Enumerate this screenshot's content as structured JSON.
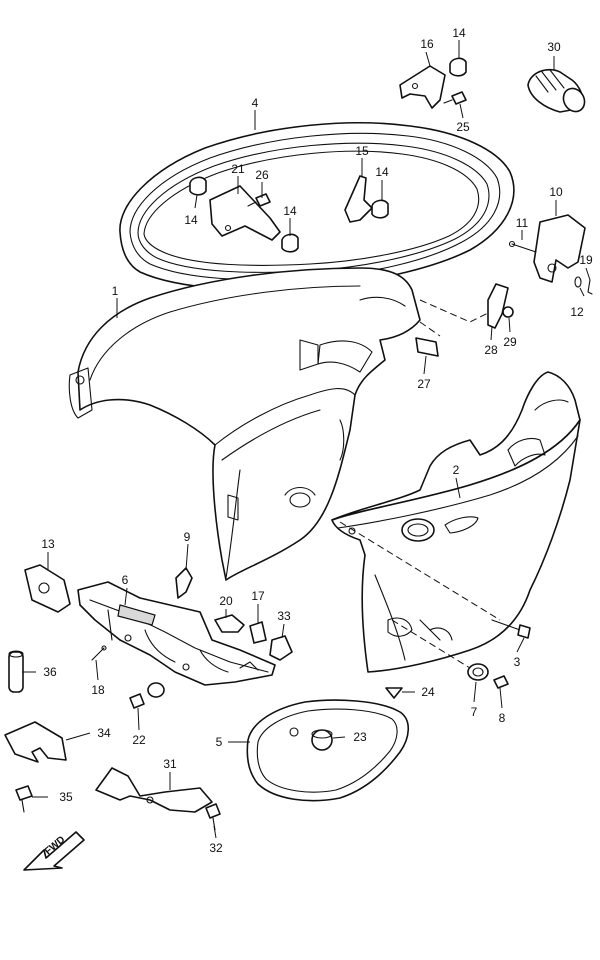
{
  "diagram": {
    "callouts": [
      "1",
      "2",
      "3",
      "4",
      "5",
      "6",
      "7",
      "8",
      "9",
      "10",
      "11",
      "12",
      "13",
      "14",
      "14",
      "14",
      "14",
      "15",
      "16",
      "17",
      "18",
      "19",
      "20",
      "21",
      "22",
      "23",
      "24",
      "25",
      "26",
      "27",
      "28",
      "29",
      "30",
      "31",
      "32",
      "33",
      "34",
      "35",
      "36"
    ],
    "fwd_label": "FWD",
    "colors": {
      "line": "#111111",
      "background": "#ffffff",
      "shade": "#d9d9d9"
    }
  }
}
